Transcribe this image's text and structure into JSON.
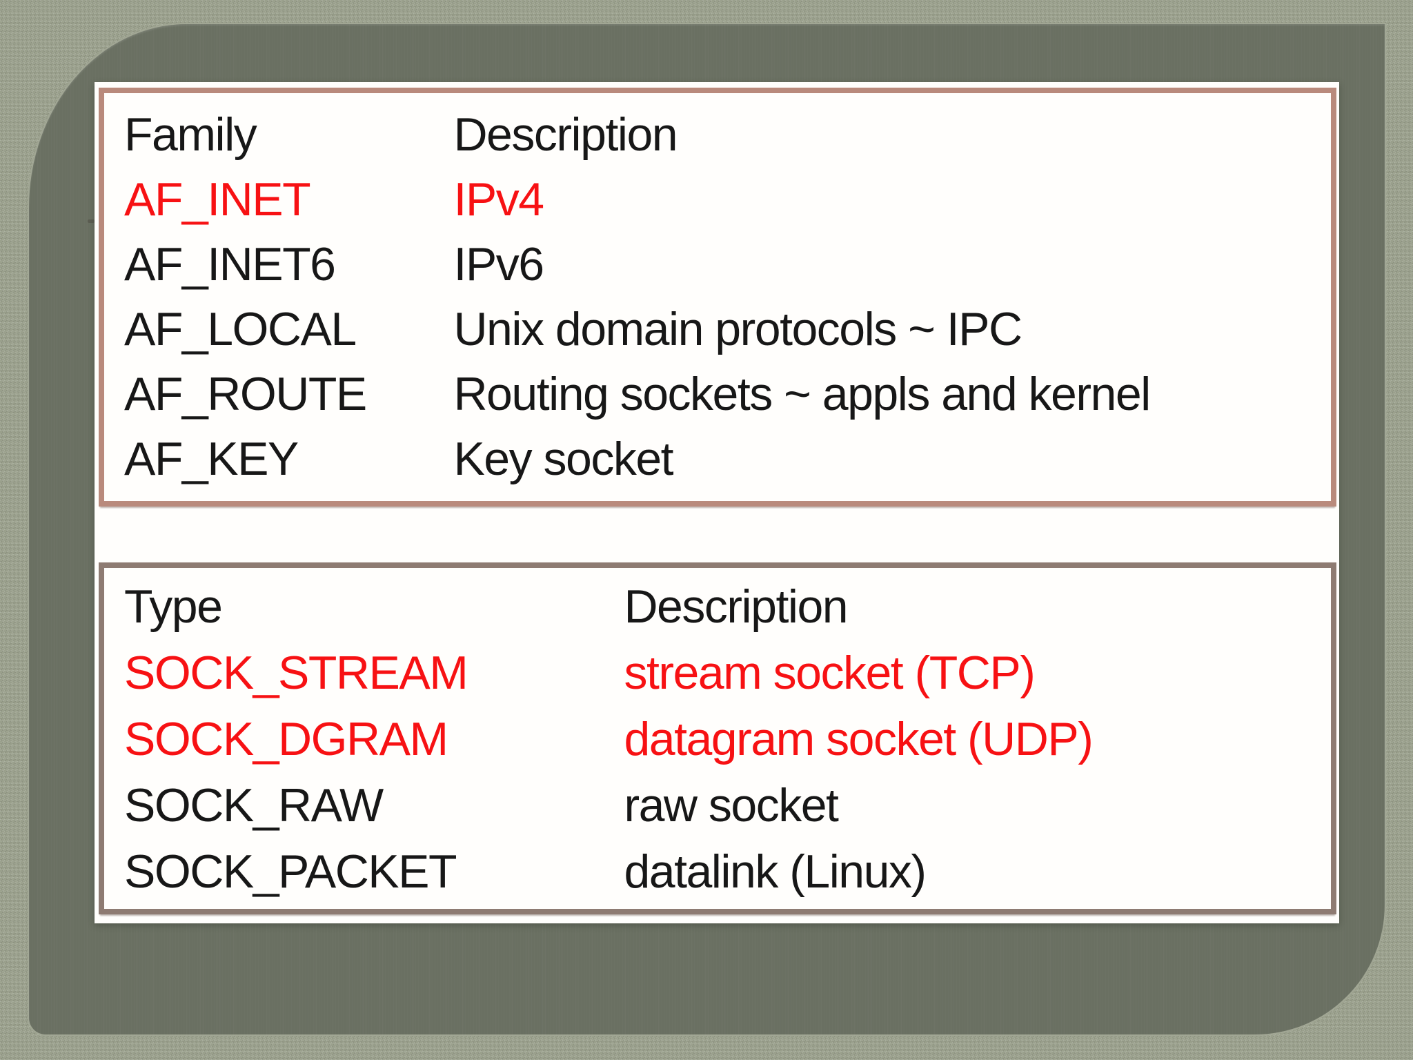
{
  "slide": {
    "background_color": "#9aa08c",
    "panel_color": "#6a7062",
    "backdrop_color": "#fffefc",
    "accent_red": "#f71113",
    "text_color": "#171717",
    "tables": [
      {
        "name": "address-families",
        "border_color": "#b98a7c",
        "columns": [
          "Family",
          "Description"
        ],
        "rows": [
          {
            "cells": [
              "AF_INET",
              "IPv4"
            ],
            "highlight": true
          },
          {
            "cells": [
              "AF_INET6",
              "IPv6"
            ],
            "highlight": false
          },
          {
            "cells": [
              "AF_LOCAL",
              "Unix domain protocols ~ IPC"
            ],
            "highlight": false
          },
          {
            "cells": [
              "AF_ROUTE",
              "Routing sockets ~ appls and kernel"
            ],
            "highlight": false
          },
          {
            "cells": [
              "AF_KEY",
              "Key socket"
            ],
            "highlight": false
          }
        ]
      },
      {
        "name": "socket-types",
        "border_color": "#8e7b72",
        "columns": [
          "Type",
          "Description"
        ],
        "rows": [
          {
            "cells": [
              "SOCK_STREAM",
              "stream socket (TCP)"
            ],
            "highlight": true
          },
          {
            "cells": [
              "SOCK_DGRAM",
              "datagram socket (UDP)"
            ],
            "highlight": true
          },
          {
            "cells": [
              "SOCK_RAW",
              "raw socket"
            ],
            "highlight": false
          },
          {
            "cells": [
              "SOCK_PACKET",
              "datalink (Linux)"
            ],
            "highlight": false
          }
        ]
      }
    ]
  }
}
